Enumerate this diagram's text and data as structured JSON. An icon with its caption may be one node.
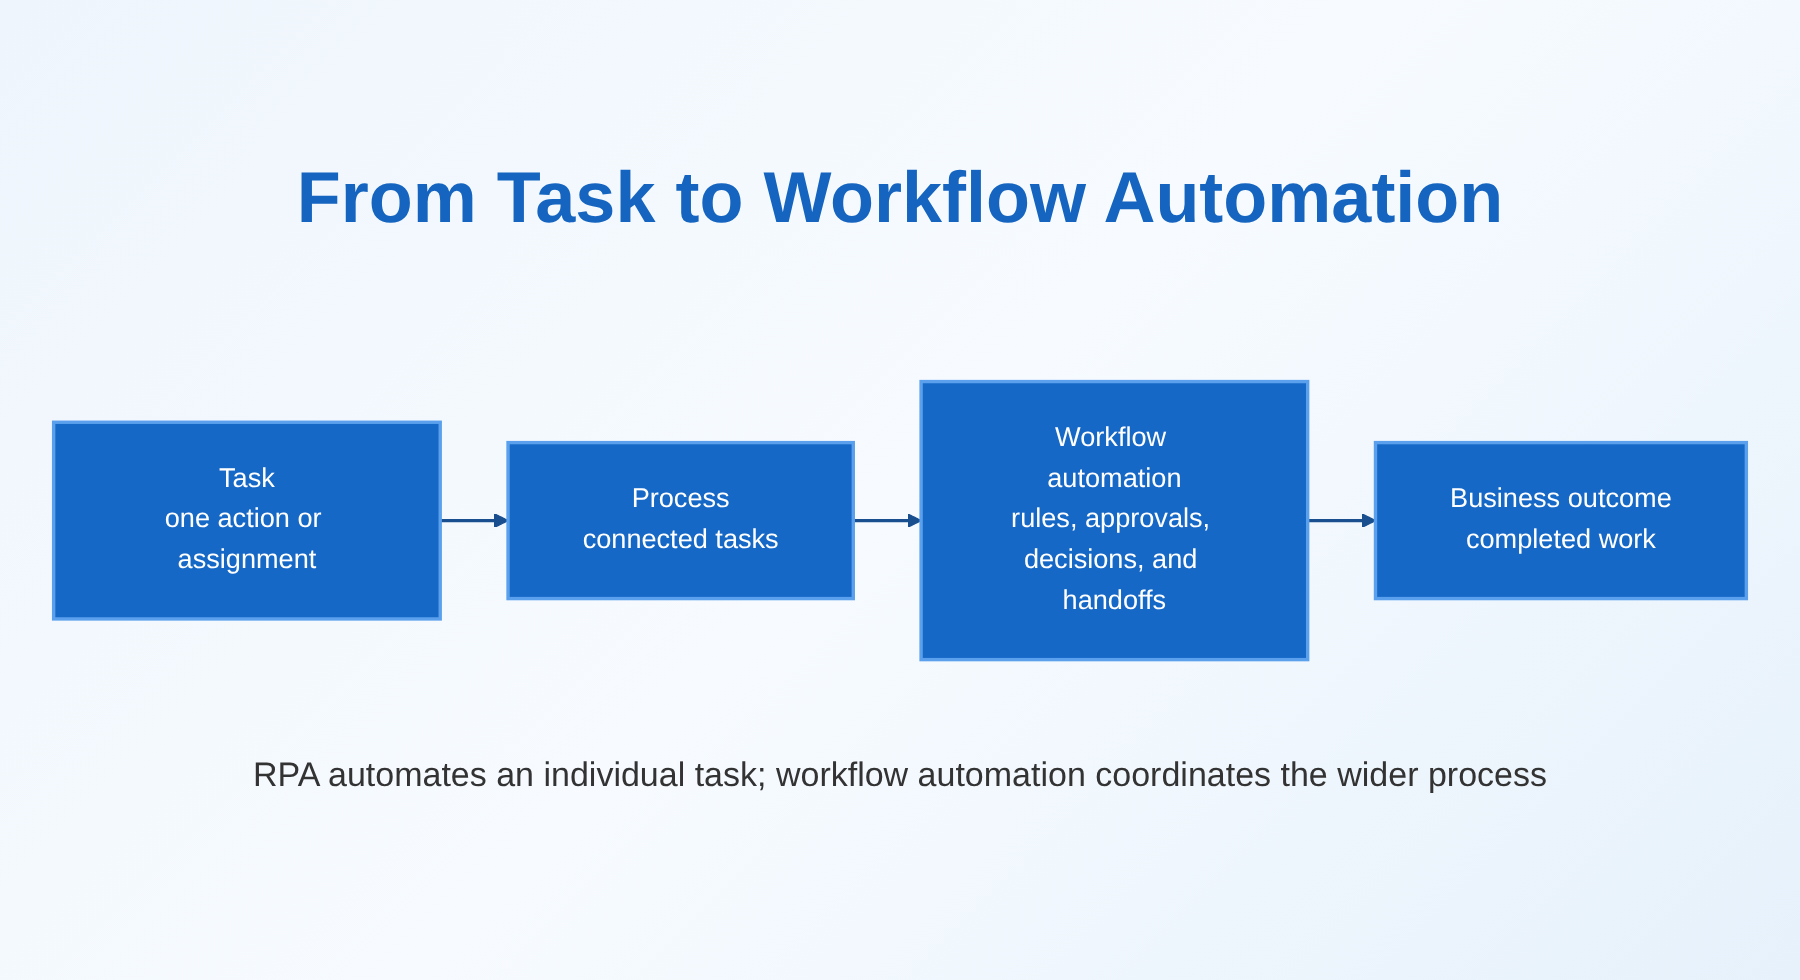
{
  "diagram": {
    "title": "From Task to Workflow Automation",
    "caption": "RPA automates an individual task; workflow automation coordinates the wider process",
    "nodes": [
      {
        "text": [
          "Task",
          "one action or assignment"
        ]
      },
      {
        "text": [
          "Process",
          "connected tasks"
        ]
      },
      {
        "text": [
          "Workflow automation",
          "rules, approvals, decisions, and handoffs"
        ]
      },
      {
        "text": [
          "Business outcome",
          "completed work"
        ]
      }
    ],
    "edges": [
      {
        "from": 0,
        "to": 1,
        "arrow": "to"
      },
      {
        "from": 1,
        "to": 2,
        "arrow": "to"
      },
      {
        "from": 2,
        "to": 3,
        "arrow": "to"
      }
    ]
  }
}
